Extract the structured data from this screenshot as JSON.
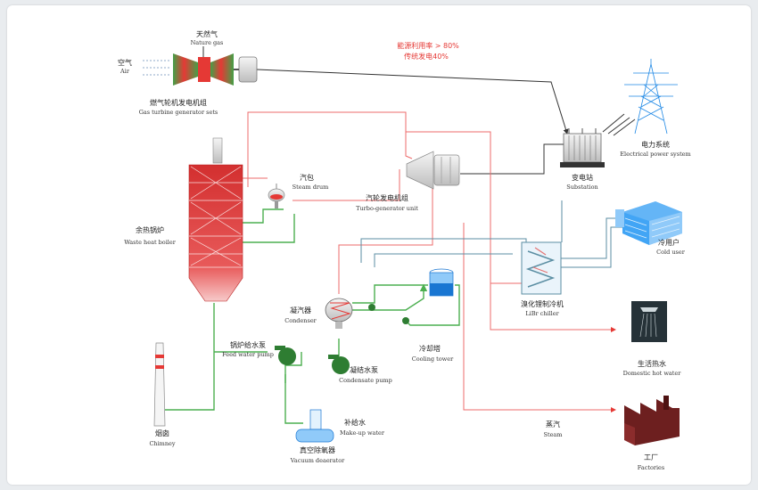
{
  "labels": {
    "natural_gas_zh": "天然气",
    "natural_gas_en": "Nature gas",
    "air_zh": "空气",
    "air_en": "Air",
    "gas_turbine_zh": "燃气轮机发电机组",
    "gas_turbine_en": "Gas turbine generator sets",
    "efficiency_1": "能源利用率 > 80%",
    "efficiency_2": "传统发电40%",
    "power_system_zh": "电力系统",
    "power_system_en": "Electrical power system",
    "substation_zh": "变电站",
    "substation_en": "Substation",
    "steam_drum_zh": "汽包",
    "steam_drum_en": "Steam drum",
    "turbine_gen_zh": "汽轮发电机组",
    "turbine_gen_en": "Turbo-generator unit",
    "boiler_zh": "余热锅炉",
    "boiler_en": "Waste heat boiler",
    "cold_user_zh": "冷用户",
    "cold_user_en": "Cold user",
    "chiller_zh": "溴化锂制冷机",
    "chiller_en": "LiBr chiller",
    "condenser_zh": "凝汽器",
    "condenser_en": "Condenser",
    "feed_pump_zh": "锅炉给水泵",
    "feed_pump_en": "Feed water pump",
    "cooling_tower_zh": "冷却塔",
    "cooling_tower_en": "Cooling tower",
    "domestic_zh": "生活热水",
    "domestic_en": "Domestic hot water",
    "cond_pump_zh": "凝结水泵",
    "cond_pump_en": "Condensate pump",
    "chimney_zh": "烟囱",
    "chimney_en": "Chimney",
    "makeup_zh": "补给水",
    "makeup_en": "Make-up water",
    "steam_zh": "蒸汽",
    "steam_en": "Steam",
    "deaerator_zh": "真空除氧器",
    "deaerator_en": "Vacuum deaerator",
    "factory_zh": "工厂",
    "factory_en": "Factories"
  },
  "colors": {
    "steam_line": "#ee6b6b",
    "water_line": "#4caf50",
    "cold_line": "#5b8ea3",
    "power_line": "#333333",
    "boiler": "#e13b3b",
    "pump": "#2e7d32"
  }
}
